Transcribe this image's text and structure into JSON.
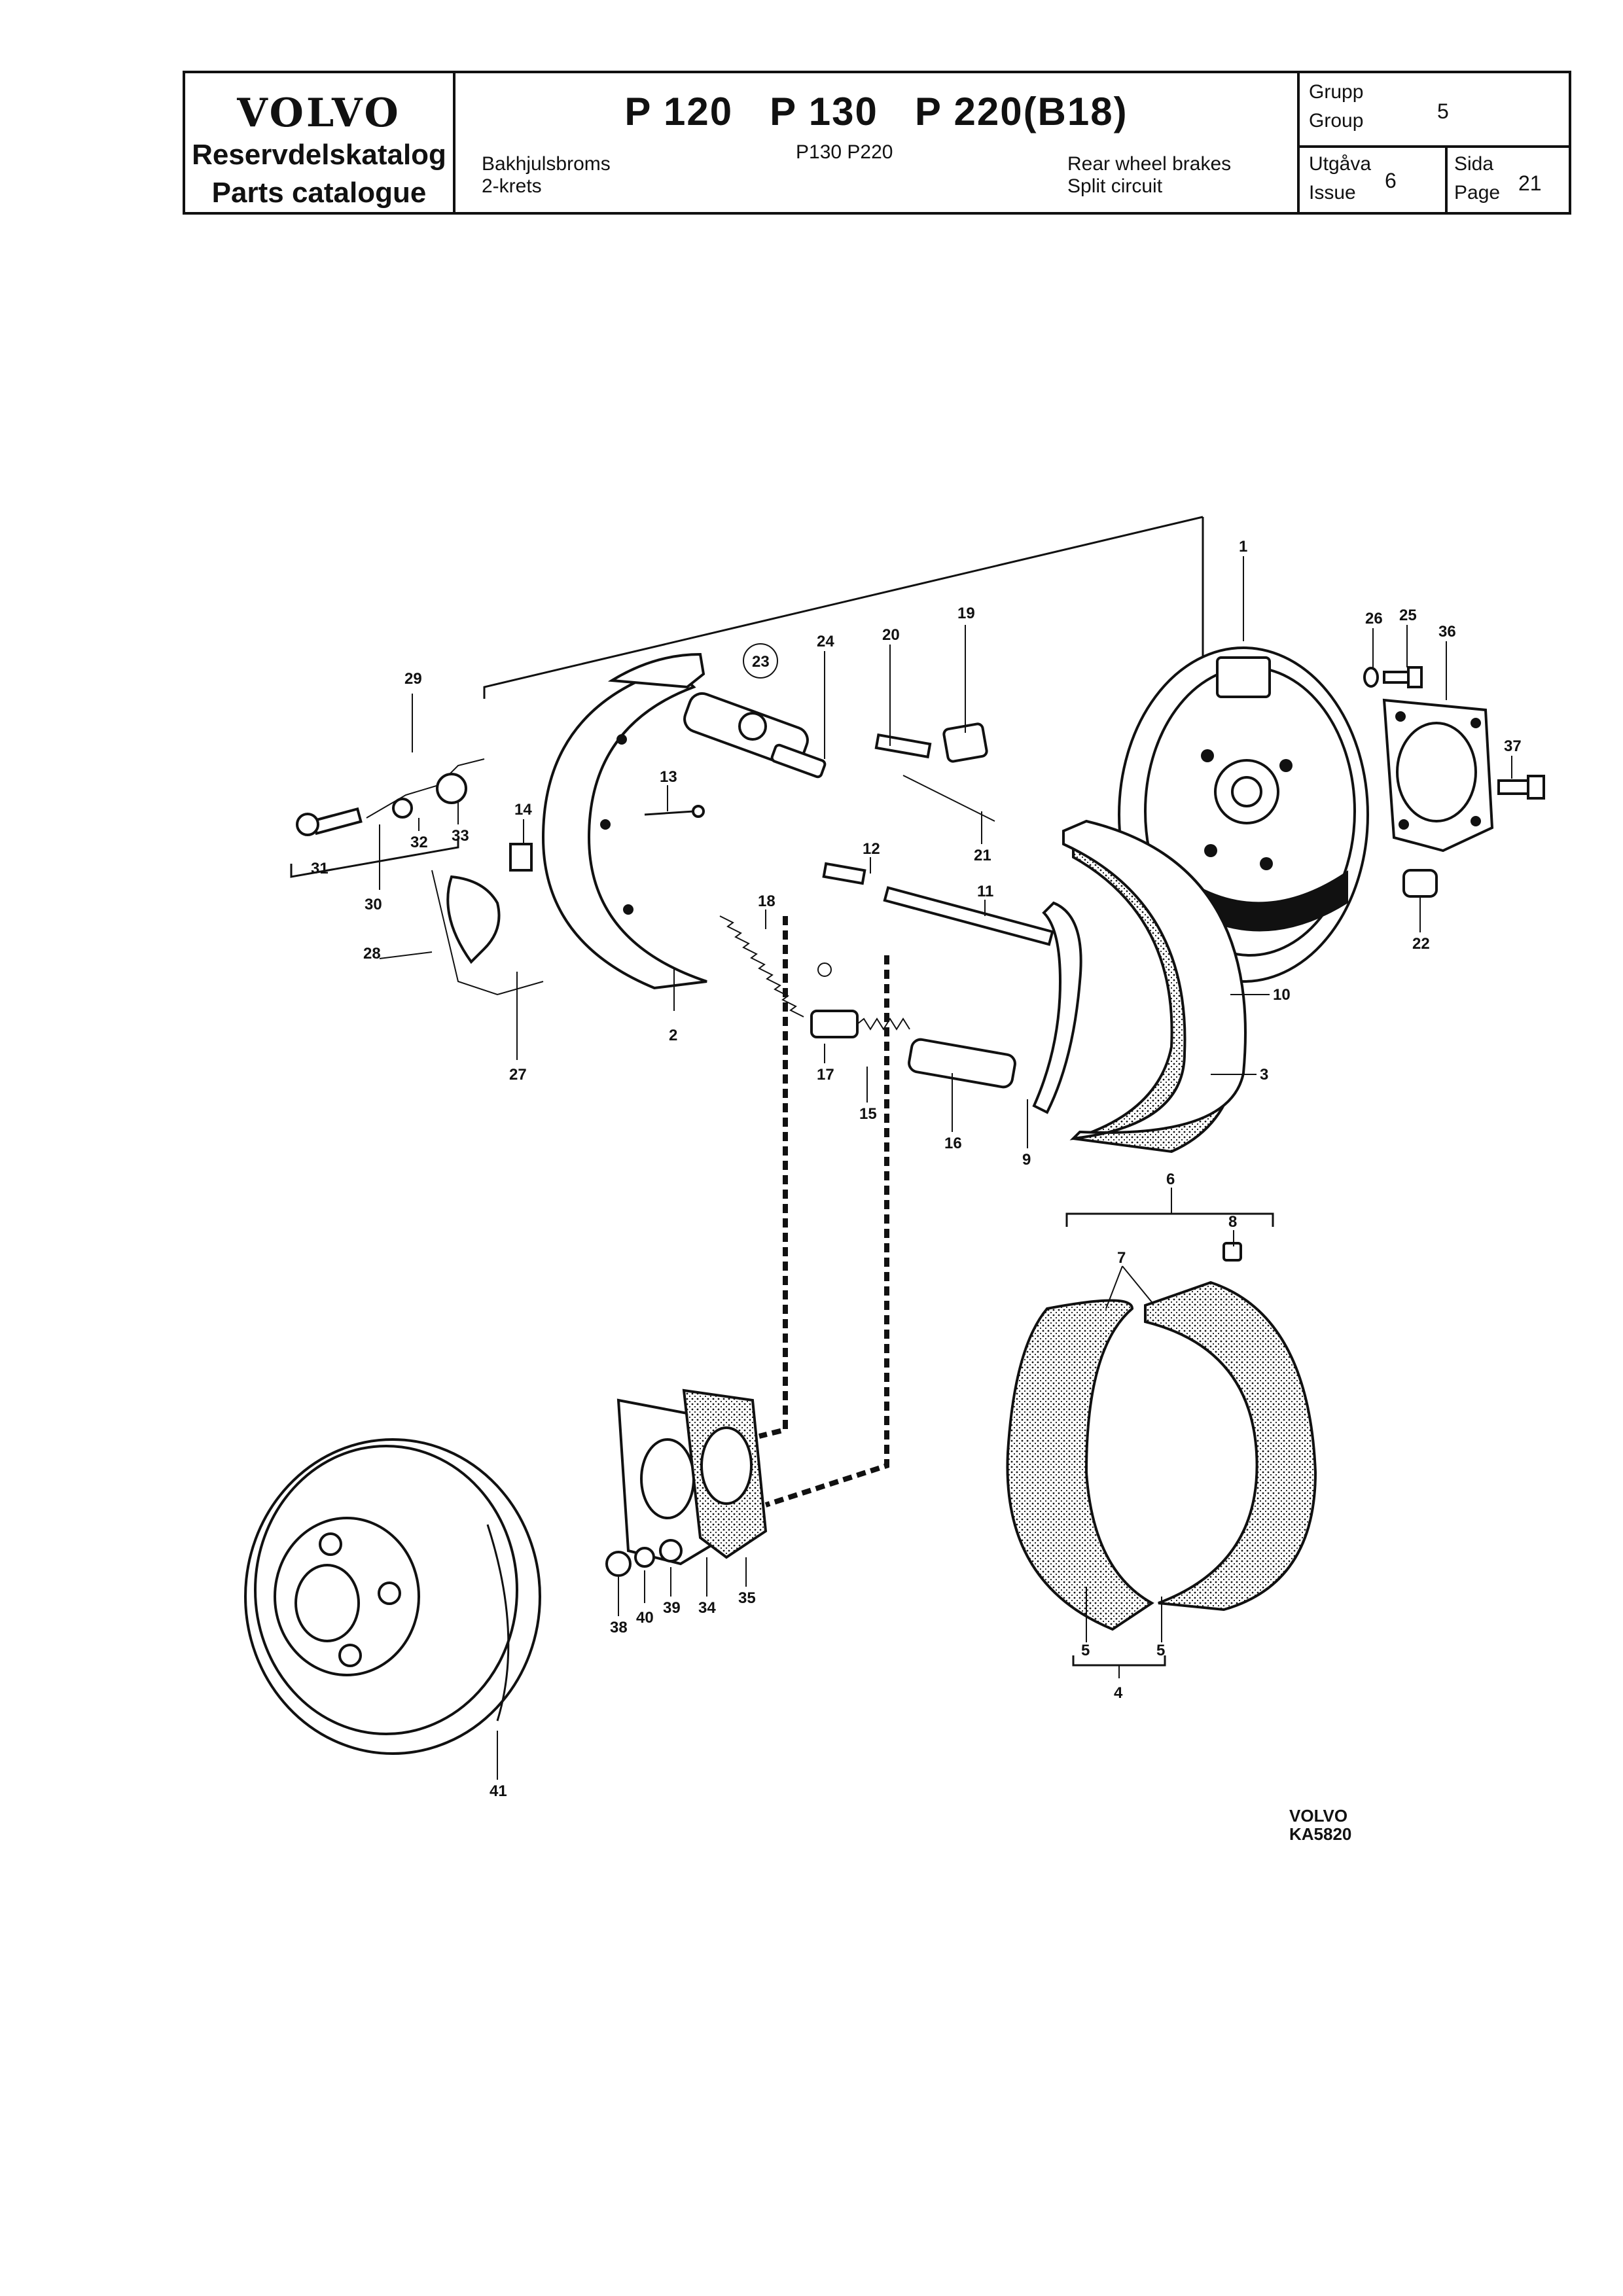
{
  "header": {
    "brand": "VOLVO",
    "catalog_sv": "Reservdelskatalog",
    "catalog_en": "Parts catalogue",
    "models": "P 120   P 130   P 220(B18)",
    "desc_sv_1": "Bakhjulsbroms",
    "desc_sv_2": "2-krets",
    "variant_models": "P130 P220",
    "desc_en_1": "Rear wheel brakes",
    "desc_en_2": "Split circuit",
    "group_label_sv": "Grupp",
    "group_label_en": "Group",
    "group_value": "5",
    "issue_label_sv": "Utgåva",
    "issue_label_en": "Issue",
    "issue_value": "6",
    "page_label_sv": "Sida",
    "page_label_en": "Page",
    "page_value": "21"
  },
  "diagram": {
    "callouts": [
      "1",
      "2",
      "3",
      "4",
      "5",
      "5",
      "6",
      "7",
      "8",
      "9",
      "10",
      "11",
      "12",
      "13",
      "14",
      "15",
      "16",
      "17",
      "18",
      "19",
      "20",
      "21",
      "22",
      "23",
      "24",
      "25",
      "26",
      "27",
      "28",
      "29",
      "30",
      "31",
      "32",
      "33",
      "34",
      "35",
      "36",
      "37",
      "38",
      "39",
      "40",
      "41"
    ],
    "footer_brand": "VOLVO",
    "footer_code": "KA5820"
  }
}
